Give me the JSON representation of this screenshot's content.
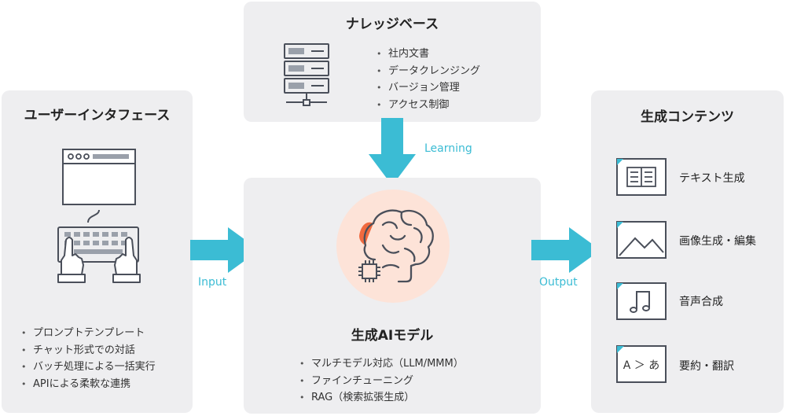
{
  "knowledge_base": {
    "title": "ナレッジベース",
    "items": [
      "社内文書",
      "データクレンジング",
      "バージョン管理",
      "アクセス制御"
    ]
  },
  "user_interface": {
    "title": "ユーザーインタフェース",
    "items": [
      "プロンプトテンプレート",
      "チャット形式での対話",
      "バッチ処理による一括実行",
      "APIによる柔軟な連携"
    ]
  },
  "model": {
    "title": "生成AIモデル",
    "items": [
      "マルチモデル対応（LLM/MMM）",
      "ファインチューニング",
      "RAG（検索拡張生成）"
    ]
  },
  "output_panel": {
    "title": "生成コンテンツ",
    "items": [
      "テキスト生成",
      "画像生成・編集",
      "音声合成",
      "要約・翻訳"
    ],
    "translate_icon_text": "A ＞ あ"
  },
  "arrows": {
    "learning": "Learning",
    "input": "Input",
    "output": "Output"
  },
  "colors": {
    "arrow": "#3bbcd4",
    "panel": "#eeeef0",
    "icon_line": "#4a4f5a",
    "brain_bg": "#fde3d8",
    "brain_accent": "#f06a3f"
  }
}
